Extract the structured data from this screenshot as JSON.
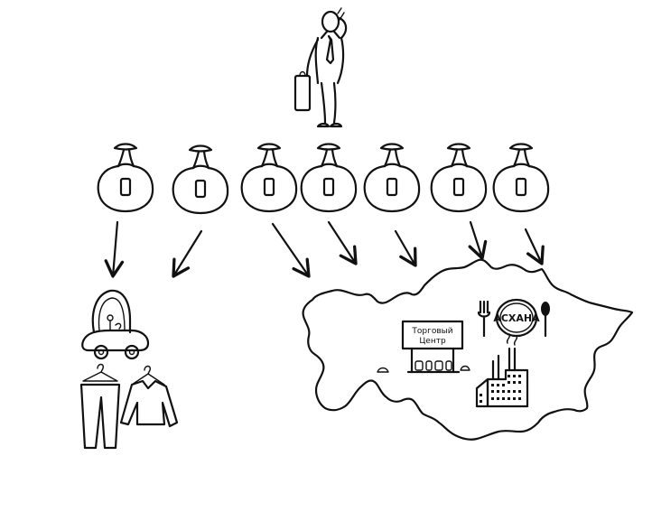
{
  "labels": {
    "mall_line1": "Торговый",
    "mall_line2": "Центр",
    "canteen": "АСХАНА"
  },
  "icons": {
    "person": "businessman-icon",
    "bag": "money-bag-icon",
    "car": "car-icon",
    "clothes": "clothes-icon",
    "map": "kazakhstan-map-icon",
    "mall": "shopping-mall-icon",
    "canteen": "canteen-sign-icon",
    "factory": "factory-icon"
  },
  "money_bags_count": 7,
  "colors": {
    "ink": "#111111",
    "background": "#ffffff"
  }
}
